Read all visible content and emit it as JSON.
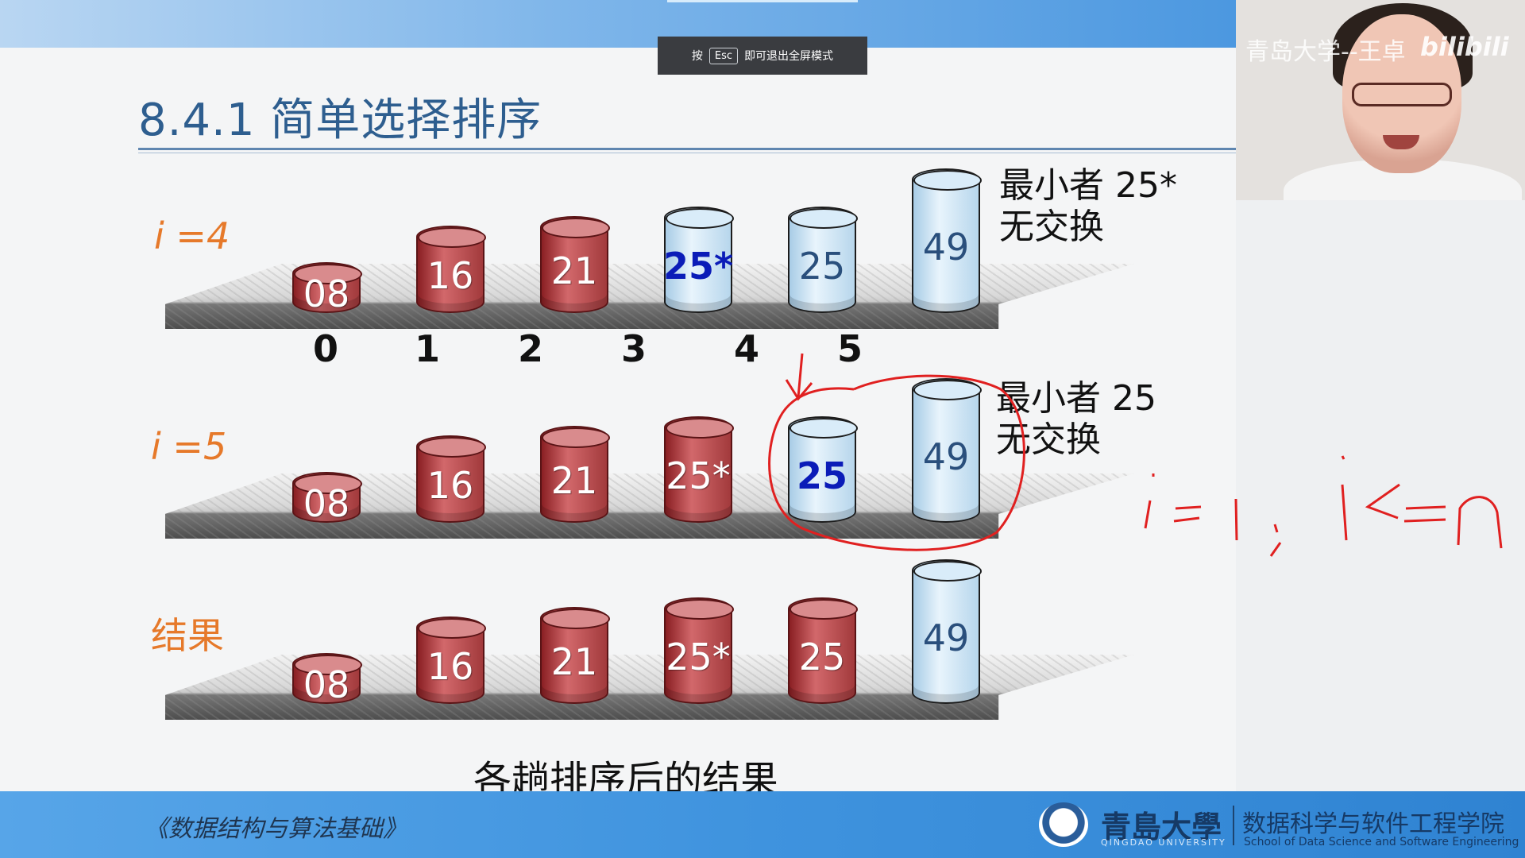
{
  "toast": {
    "prefix": "按",
    "key": "Esc",
    "suffix": "即可退出全屏模式"
  },
  "slide": {
    "title": "8.4.1 简单选择排序",
    "rows": [
      {
        "label": "i =4",
        "items": [
          {
            "value": "08",
            "color": "red"
          },
          {
            "value": "16",
            "color": "red"
          },
          {
            "value": "21",
            "color": "red"
          },
          {
            "value": "25*",
            "color": "blue",
            "highlight": true
          },
          {
            "value": "25",
            "color": "blue"
          },
          {
            "value": "49",
            "color": "blue"
          }
        ],
        "note_line1": "最小者 25*",
        "note_line2": "无交换"
      },
      {
        "label": "i =5",
        "items": [
          {
            "value": "08",
            "color": "red"
          },
          {
            "value": "16",
            "color": "red"
          },
          {
            "value": "21",
            "color": "red"
          },
          {
            "value": "25*",
            "color": "red"
          },
          {
            "value": "25",
            "color": "blue",
            "highlight": true
          },
          {
            "value": "49",
            "color": "blue"
          }
        ],
        "note_line1": "最小者 25",
        "note_line2": "无交换"
      },
      {
        "label": "结果",
        "items": [
          {
            "value": "08",
            "color": "red"
          },
          {
            "value": "16",
            "color": "red"
          },
          {
            "value": "21",
            "color": "red"
          },
          {
            "value": "25*",
            "color": "red"
          },
          {
            "value": "25",
            "color": "red"
          },
          {
            "value": "49",
            "color": "blue"
          }
        ]
      }
    ],
    "indices": [
      "0",
      "1",
      "2",
      "3",
      "4",
      "5"
    ],
    "caption": "各趟排序后的结果"
  },
  "footer": {
    "book": "《数据结构与算法基础》",
    "university": "青島大學",
    "university_en": "QINGDAO UNIVERSITY",
    "school": "数据科学与软件工程学院",
    "school_en": "School of Data Science and Software Engineering"
  },
  "webcam": {
    "watermark": "青岛大学--王卓",
    "brand": "bilibili"
  },
  "annotations": {
    "handwriting": "i=1; i<=n"
  },
  "colors": {
    "red_cylinder": "#b23a3e",
    "blue_cylinder": "#cfe6f6",
    "row_label": "#e6792a",
    "ink": "#e02020"
  }
}
